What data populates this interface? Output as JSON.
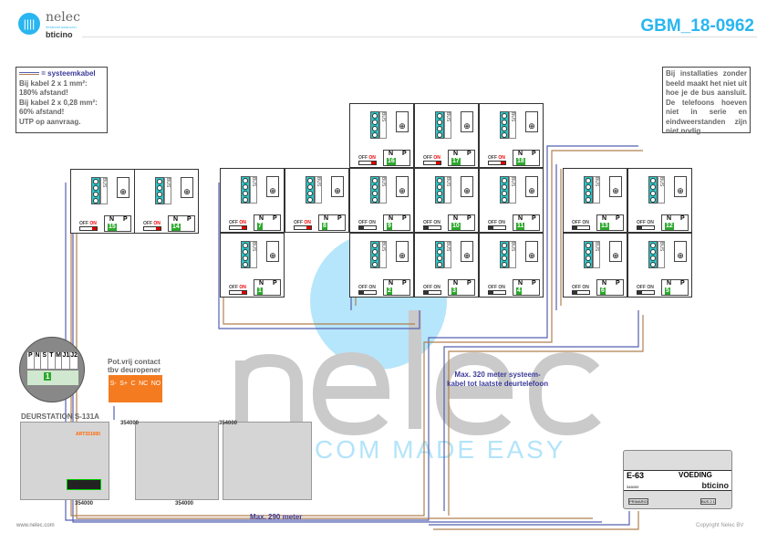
{
  "header": {
    "brand": "nelec",
    "tagline": "INTERCOM MADE EASY",
    "partner": "bticino",
    "doc_id": "GBM_18-0962"
  },
  "notes": {
    "left": {
      "legend": "= systeemkabel",
      "lines": [
        "Bij kabel 2 x 1 mm²:",
        "180% afstand!",
        "Bij kabel 2 x 0,28 mm²:",
        "60% afstand!",
        "UTP op aanvraag."
      ]
    },
    "right": "Bij installaties zonder beeld maakt het niet uit hoe je de bus aansluit. De telefoons hoeven niet in serie en eindweerstanden zijn niet nodig."
  },
  "phone_labels": {
    "n": "N",
    "p": "P",
    "bus": "BUS",
    "off": "OFF",
    "on": "ON"
  },
  "phones": [
    {
      "number": "15",
      "termination_on": true
    },
    {
      "number": "14",
      "termination_on": true
    },
    {
      "number": "16",
      "termination_on": true
    },
    {
      "number": "17",
      "termination_on": true
    },
    {
      "number": "18",
      "termination_on": true
    },
    {
      "number": "7",
      "termination_on": true
    },
    {
      "number": "8",
      "termination_on": true
    },
    {
      "number": "9",
      "termination_on": false
    },
    {
      "number": "10",
      "termination_on": false
    },
    {
      "number": "11",
      "termination_on": false
    },
    {
      "number": "1",
      "termination_on": true
    },
    {
      "number": "2",
      "termination_on": false
    },
    {
      "number": "3",
      "termination_on": false
    },
    {
      "number": "4",
      "termination_on": false
    },
    {
      "number": "13",
      "termination_on": false
    },
    {
      "number": "12",
      "termination_on": false
    },
    {
      "number": "6",
      "termination_on": false
    },
    {
      "number": "5",
      "termination_on": false
    }
  ],
  "doorstation": {
    "label": "DEURSTATION S-131A",
    "terminals": [
      "P",
      "N",
      "S",
      "T",
      "M",
      "J1",
      "J2"
    ],
    "selected": "1",
    "module_art": "ART331000",
    "cable_label": "354000"
  },
  "contact": {
    "title1": "Pot.vrij contact",
    "title2": "tbv deuropener",
    "terminals": [
      "S-",
      "S+",
      "C",
      "NC",
      "NO"
    ]
  },
  "annotations": {
    "max_290": "Max. 290 meter",
    "max_320_1": "Max. 320 meter systeem-",
    "max_320_2": "kabel tot laatste deurtelefoon"
  },
  "psu": {
    "model": "E-63",
    "label": "VOEDING",
    "code": "346000",
    "primary": "PRIMARIO",
    "bus_terms": "BUS 2 1"
  },
  "footer": {
    "left": "www.nelec.com",
    "right": "Copyright Nelec BV"
  },
  "watermark": {
    "text": "nelec",
    "slogan": "COM MADE EASY"
  },
  "colors": {
    "accent": "#29b6f0",
    "terminal": "#2bc7c7",
    "number": "#2da82d",
    "orange": "#f47b20",
    "wire_blue": "#5560b0",
    "wire_brown": "#b08050"
  }
}
